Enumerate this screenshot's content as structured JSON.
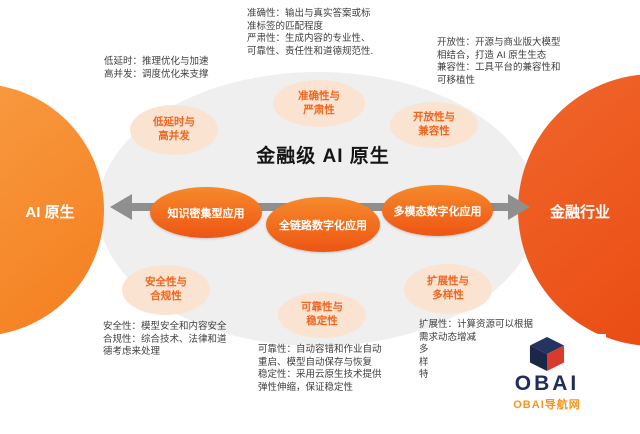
{
  "title": "金融级 AI 原生",
  "nodes": {
    "left": {
      "label": "AI 原生"
    },
    "right": {
      "label": "金融行业"
    }
  },
  "applications": [
    {
      "label": "知识密集型应用"
    },
    {
      "label": "全链路数字化应用"
    },
    {
      "label": "多模态数字化应用"
    }
  ],
  "attributes": {
    "top_left": {
      "line1": "低延时与",
      "line2": "高并发"
    },
    "top_center": {
      "line1": "准确性与",
      "line2": "严肃性"
    },
    "top_right": {
      "line1": "开放性与",
      "line2": "兼容性"
    },
    "bottom_left": {
      "line1": "安全性与",
      "line2": "合规性"
    },
    "bottom_center": {
      "line1": "可靠性与",
      "line2": "稳定性"
    },
    "bottom_right": {
      "line1": "扩展性与",
      "line2": "多样性"
    }
  },
  "notes": {
    "top_left": {
      "lines": [
        "低延时：推理优化与加速",
        "高并发：调度优化来支撑"
      ]
    },
    "top_center": {
      "lines": [
        "准确性：输出与真实答案或标",
        "准标签的匹配程度",
        "严肃性：生成内容的专业性、",
        "可靠性、责任性和道德规范性."
      ]
    },
    "top_right": {
      "lines": [
        "开放性：开源与商业版大模型",
        "相结合，打造 AI 原生生态",
        "兼容性：工具平台的兼容性和",
        "可移植性"
      ]
    },
    "bottom_left": {
      "lines": [
        "安全性：模型安全和内容安全",
        "合规性：综合技术、法律和道",
        "德考虑来处理"
      ]
    },
    "bottom_center": {
      "lines": [
        "可靠性：自动容错和作业自动",
        "重启、模型自动保存与恢复",
        "稳定性：采用云原生技术提供",
        "弹性伸缩，保证稳定性"
      ]
    },
    "bottom_right": {
      "lines": [
        "扩展性：计算资源可以根据",
        "需求动态增减",
        "多",
        "样",
        "特"
      ]
    }
  },
  "logo": {
    "name": "OBAI",
    "subtitle": "OBAI导航网"
  },
  "colors": {
    "left_node": "#F47E1E",
    "right_node": "#E8450C",
    "app_ellipse": "#EE5514",
    "attr_ellipse_bg": "#FBE3D1",
    "attr_text": "#F0661F",
    "stage_bg": "#EFEFEF",
    "arrow": "#8F8F8F",
    "logo_navy": "#1F2D5A",
    "logo_orange": "#F7941E"
  }
}
